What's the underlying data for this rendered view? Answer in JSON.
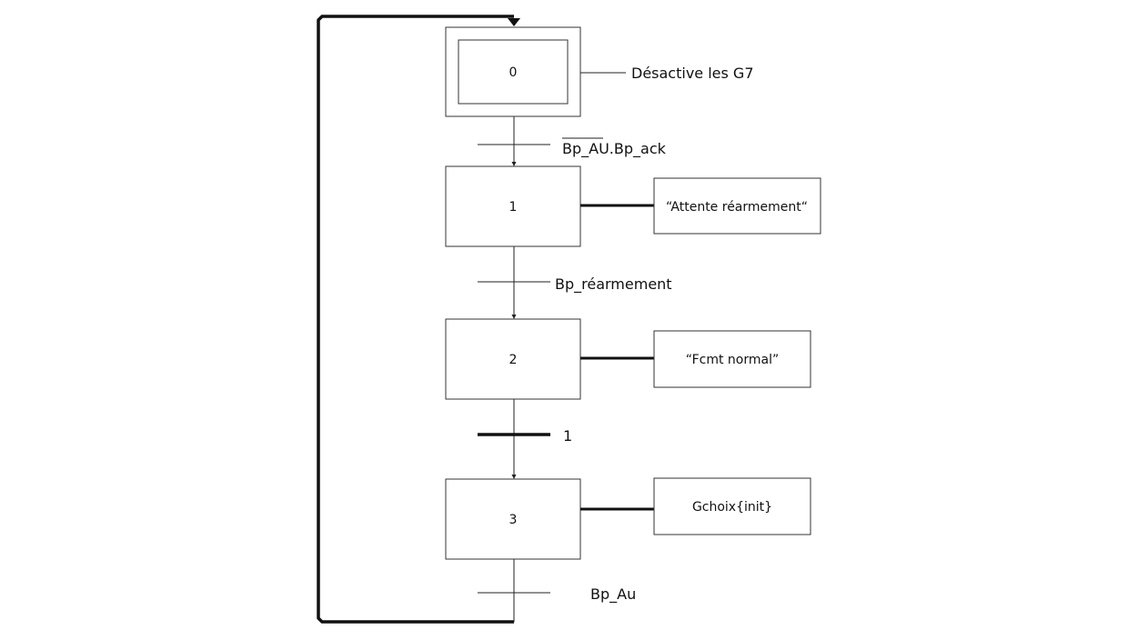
{
  "steps": [
    {
      "id": "0",
      "label": "0",
      "initial": true
    },
    {
      "id": "1",
      "label": "1",
      "initial": false
    },
    {
      "id": "2",
      "label": "2",
      "initial": false
    },
    {
      "id": "3",
      "label": "3",
      "initial": false
    }
  ],
  "comment": {
    "step0": "Désactive les G7"
  },
  "actions": {
    "step1": "“Attente réarmement“",
    "step2": "“Fcmt normal”",
    "step3": "Gchoix{init}"
  },
  "transitions": {
    "t01": {
      "negated_part": "Bp_AU",
      "rest": ".Bp_ack"
    },
    "t12": {
      "label": "Bp_réarmement"
    },
    "t23": {
      "label": "1"
    },
    "t30": {
      "label": "Bp_Au"
    }
  }
}
